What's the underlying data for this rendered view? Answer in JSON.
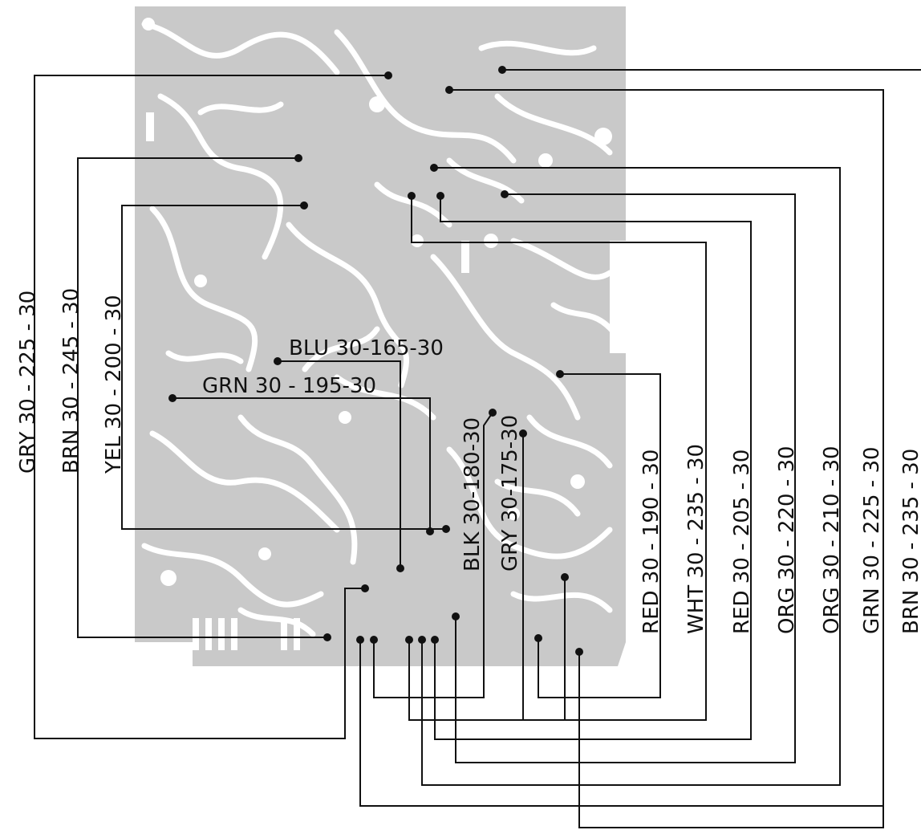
{
  "labels": {
    "gry_225": "GRY 30 - 225 - 30",
    "brn_245": "BRN 30 - 245 - 30",
    "yel_200": "YEL 30 - 200 - 30",
    "blu_165": "BLU 30-165-30",
    "grn_195": "GRN 30 - 195-30",
    "blk_180": "BLK 30-180-30",
    "gry_175": "GRY 30-175-30",
    "red_190": "RED 30 - 190 - 30",
    "wht_235": "WHT 30 - 235 - 30",
    "red_205": "RED 30 - 205 - 30",
    "org_220": "ORG 30 - 220 - 30",
    "org_210": "ORG 30 - 210 - 30",
    "grn_225": "GRN 30 - 225 - 30",
    "brn_235": "BRN 30 - 235 - 30"
  },
  "colors": {
    "board": "#c9c9c9",
    "trace": "#ffffff",
    "wire": "#111111",
    "background": "#ffffff"
  }
}
